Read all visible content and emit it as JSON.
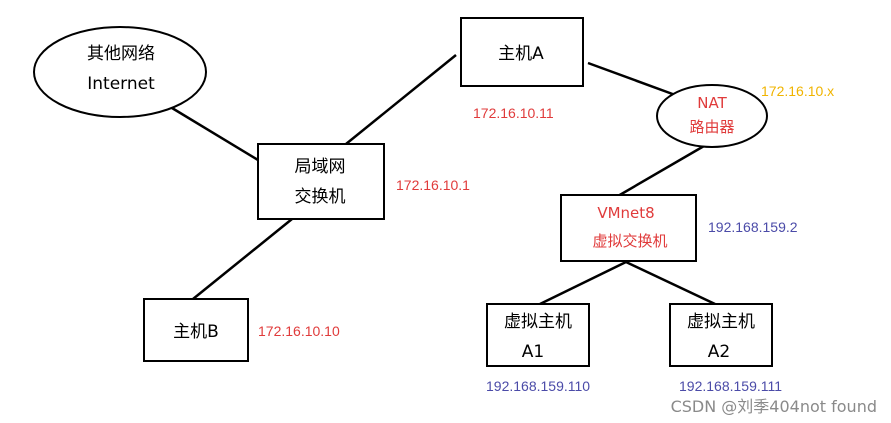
{
  "nodes": {
    "internet": {
      "line1": "其他网络",
      "line2": "Internet"
    },
    "host_a": {
      "label": "主机A"
    },
    "nat_router": {
      "line1": "NAT",
      "line2": "路由器"
    },
    "lan_switch": {
      "line1": "局域网",
      "line2": "交换机"
    },
    "vmnet8": {
      "line1": "VMnet8",
      "line2": "虚拟交换机"
    },
    "host_b": {
      "label": "主机B"
    },
    "vhost_a1": {
      "line1": "虚拟主机",
      "line2": "A1"
    },
    "vhost_a2": {
      "line1": "虚拟主机",
      "line2": "A2"
    }
  },
  "ips": {
    "host_a": "172.16.10.11",
    "nat": "172.16.10.x",
    "lan_switch": "172.16.10.1",
    "vmnet8": "192.168.159.2",
    "host_b": "172.16.10.10",
    "vhost_a1": "192.168.159.110",
    "vhost_a2": "192.168.159.111"
  },
  "watermark": "CSDN @刘季404not found",
  "colors": {
    "red": "#e03b3b",
    "blue": "#4b4ba8",
    "orange": "#f0b400",
    "black": "#000000"
  }
}
